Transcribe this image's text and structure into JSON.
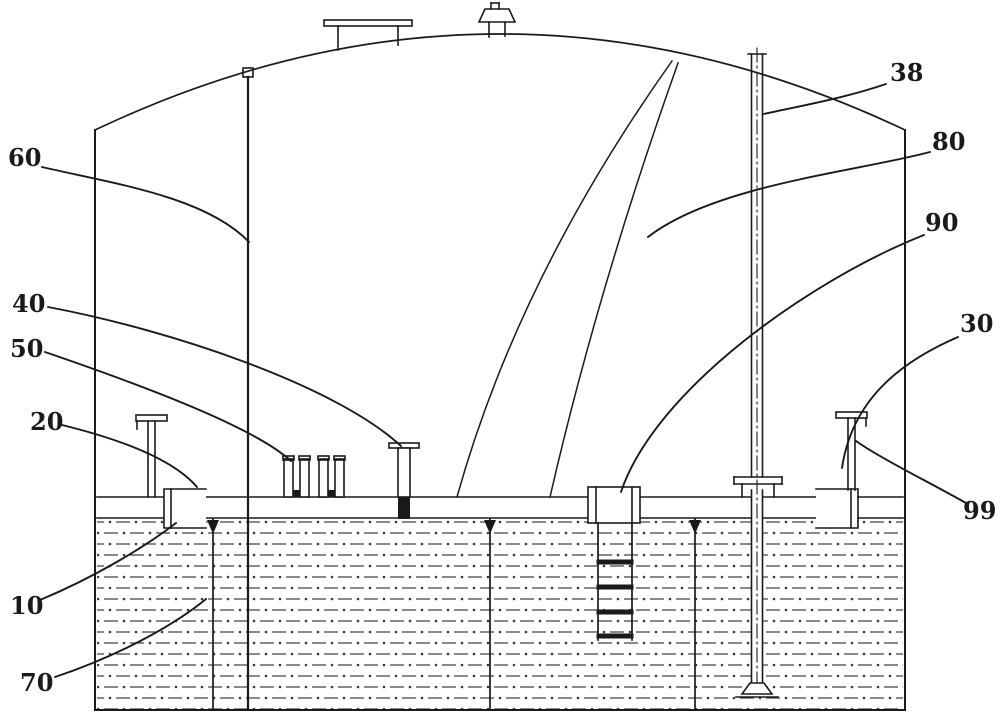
{
  "figure": {
    "labels": {
      "l10": "10",
      "l20": "20",
      "l30": "30",
      "l38": "38",
      "l40": "40",
      "l50": "50",
      "l60": "60",
      "l70": "70",
      "l80": "80",
      "l90": "90",
      "l99": "99"
    }
  },
  "colors": {
    "ink": "#1a1a1a",
    "background": "#ffffff"
  }
}
